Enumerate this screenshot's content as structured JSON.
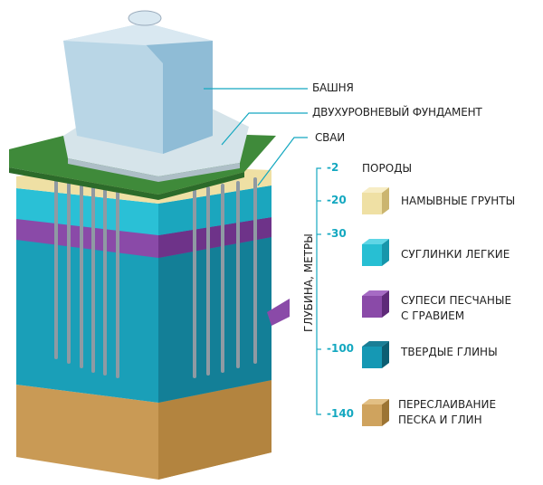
{
  "callouts": {
    "tower": "БАШНЯ",
    "foundation": "ДВУХУРОВНЕВЫЙ ФУНДАМЕНТ",
    "piles": "СВАИ"
  },
  "depth_axis": {
    "title": "ГЛУБИНА, МЕТРЫ",
    "ticks": [
      "-2",
      "-20",
      "-30",
      "-100",
      "-140"
    ]
  },
  "legend": {
    "title": "ПОРОДЫ",
    "items": [
      {
        "line1": "НАМЫВНЫЕ ГРУНТЫ",
        "line2": "",
        "color": "#efe0a4"
      },
      {
        "line1": "СУГЛИНКИ ЛЕГКИЕ",
        "line2": "",
        "color": "#27bfd3"
      },
      {
        "line1": "СУПЕСИ ПЕСЧАНЫЕ",
        "line2": "С ГРАВИЕМ",
        "color": "#8a4aa8"
      },
      {
        "line1": "ТВЕРДЫЕ ГЛИНЫ",
        "line2": "",
        "color": "#1598b4"
      },
      {
        "line1": "ПЕРЕСЛАИВАНИЕ",
        "line2": "ПЕСКА И ГЛИН",
        "color": "#cfa35e"
      }
    ]
  },
  "colors": {
    "accent": "#14a8c0",
    "grass": "#3f8a3a"
  }
}
